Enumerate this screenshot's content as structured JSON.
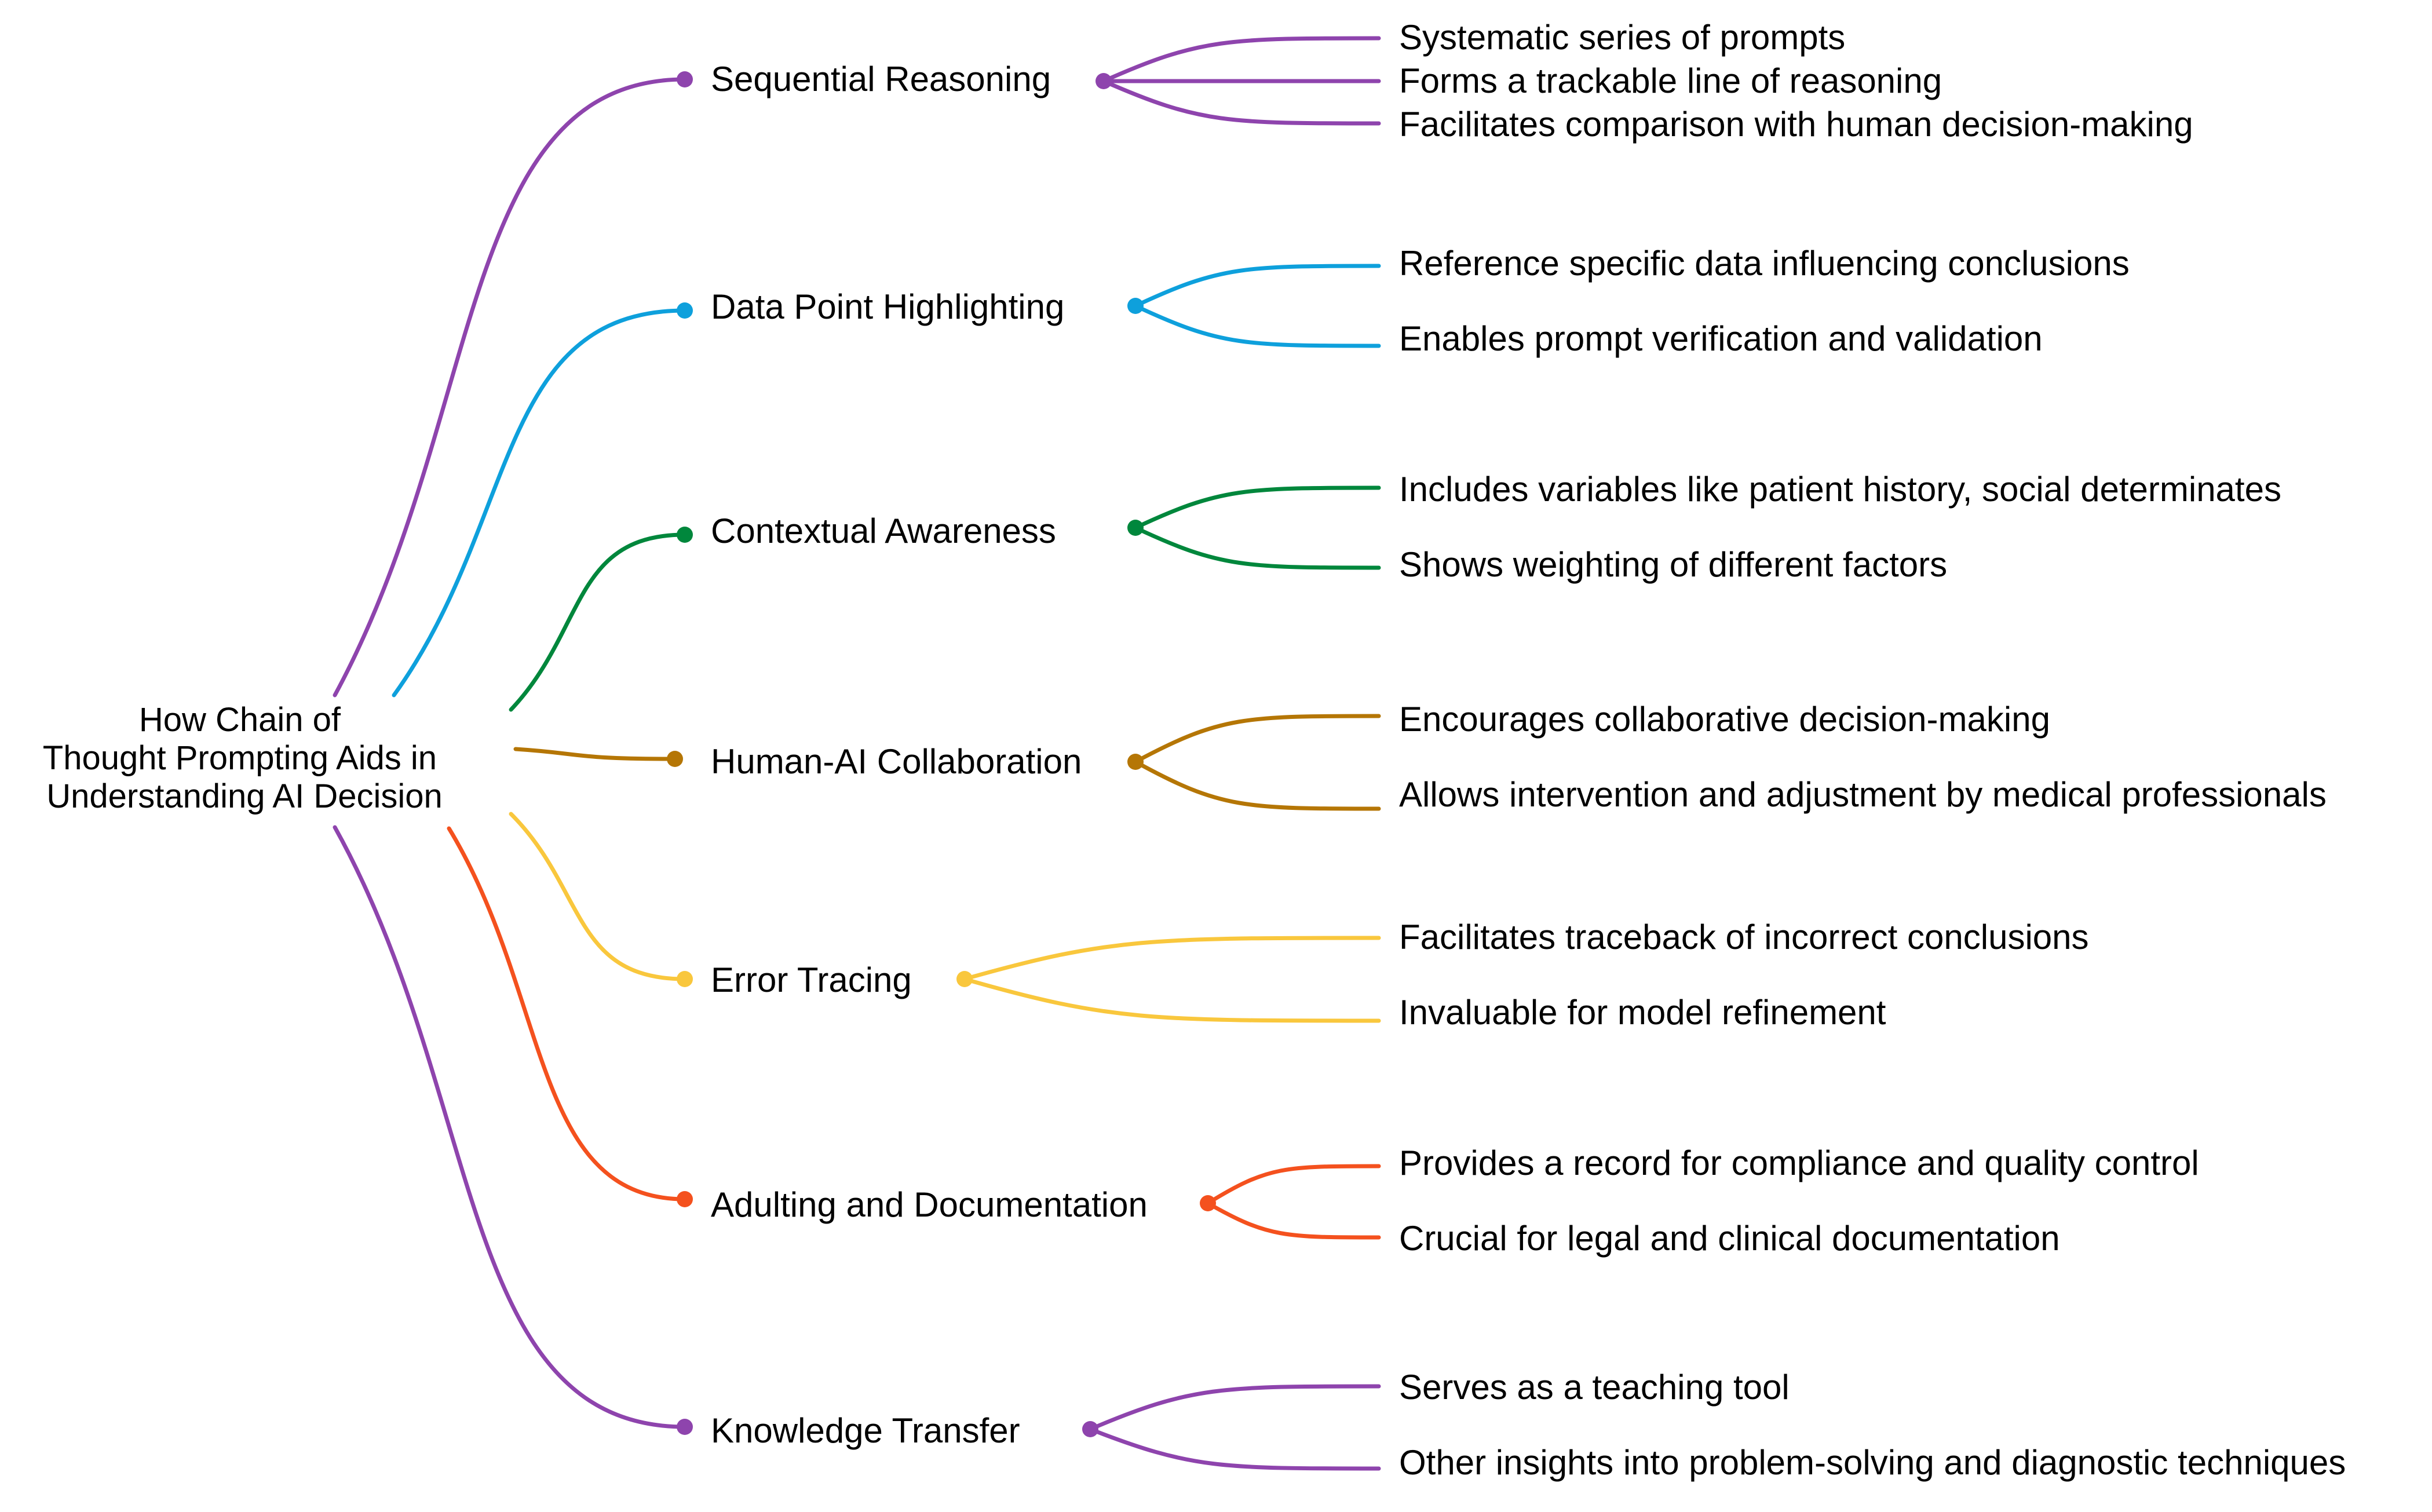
{
  "root": {
    "lines": [
      "How Chain of",
      "Thought Prompting Aids in",
      "Understanding AI Decision"
    ]
  },
  "branches": [
    {
      "label": "Sequential Reasoning",
      "color": "#8e44ad",
      "items": [
        "Systematic series of prompts",
        "Forms a trackable line of reasoning",
        "Facilitates comparison with human decision-making"
      ]
    },
    {
      "label": "Data Point Highlighting",
      "color": "#0ea0dc",
      "items": [
        "Reference specific data influencing conclusions",
        "Enables prompt verification and validation"
      ]
    },
    {
      "label": "Contextual Awareness",
      "color": "#00873c",
      "items": [
        "Includes variables like patient history, social determinates",
        "Shows weighting of different factors"
      ]
    },
    {
      "label": "Human-AI Collaboration",
      "color": "#b57605",
      "items": [
        "Encourages collaborative decision-making",
        "Allows intervention and adjustment by medical professionals"
      ]
    },
    {
      "label": "Error Tracing",
      "color": "#f9c73d",
      "items": [
        "Facilitates traceback of incorrect conclusions",
        "Invaluable for model refinement"
      ]
    },
    {
      "label": "Adulting and Documentation",
      "color": "#f4511e",
      "items": [
        "Provides a record for compliance and quality control",
        "Crucial for legal and clinical documentation"
      ]
    },
    {
      "label": "Knowledge Transfer",
      "color": "#8e44ad",
      "items": [
        "Serves as a teaching tool",
        "Other insights into problem-solving and diagnostic techniques"
      ]
    }
  ]
}
